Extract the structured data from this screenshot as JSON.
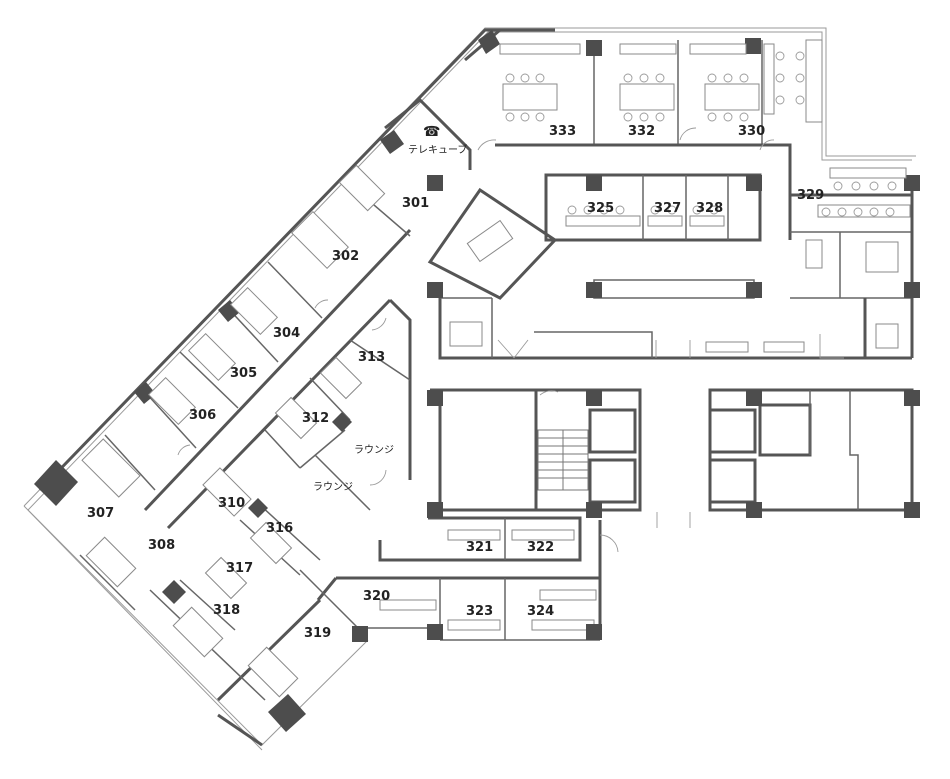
{
  "rooms": [
    {
      "key": "r301",
      "label": "301"
    },
    {
      "key": "r302",
      "label": "302"
    },
    {
      "key": "r304",
      "label": "304"
    },
    {
      "key": "r305",
      "label": "305"
    },
    {
      "key": "r306",
      "label": "306"
    },
    {
      "key": "r307",
      "label": "307"
    },
    {
      "key": "r308",
      "label": "308"
    },
    {
      "key": "r310",
      "label": "310"
    },
    {
      "key": "r312",
      "label": "312"
    },
    {
      "key": "r313",
      "label": "313"
    },
    {
      "key": "r316",
      "label": "316"
    },
    {
      "key": "r317",
      "label": "317"
    },
    {
      "key": "r318",
      "label": "318"
    },
    {
      "key": "r319",
      "label": "319"
    },
    {
      "key": "r320",
      "label": "320"
    },
    {
      "key": "r321",
      "label": "321"
    },
    {
      "key": "r322",
      "label": "322"
    },
    {
      "key": "r323",
      "label": "323"
    },
    {
      "key": "r324",
      "label": "324"
    },
    {
      "key": "r325",
      "label": "325"
    },
    {
      "key": "r327",
      "label": "327"
    },
    {
      "key": "r328",
      "label": "328"
    },
    {
      "key": "r329",
      "label": "329"
    },
    {
      "key": "r330",
      "label": "330"
    },
    {
      "key": "r332",
      "label": "332"
    },
    {
      "key": "r333",
      "label": "333"
    }
  ],
  "areas": {
    "telecube": "テレキューブ",
    "lounge_1": "ラウンジ",
    "lounge_2": "ラウンジ"
  },
  "icons": {
    "telecube": {
      "name": "phone-icon",
      "glyph": "☎"
    }
  },
  "colors": {
    "wall": "#555555",
    "column": "#4d4d4d",
    "furniture": "#8a8a8a",
    "background": "#ffffff"
  }
}
